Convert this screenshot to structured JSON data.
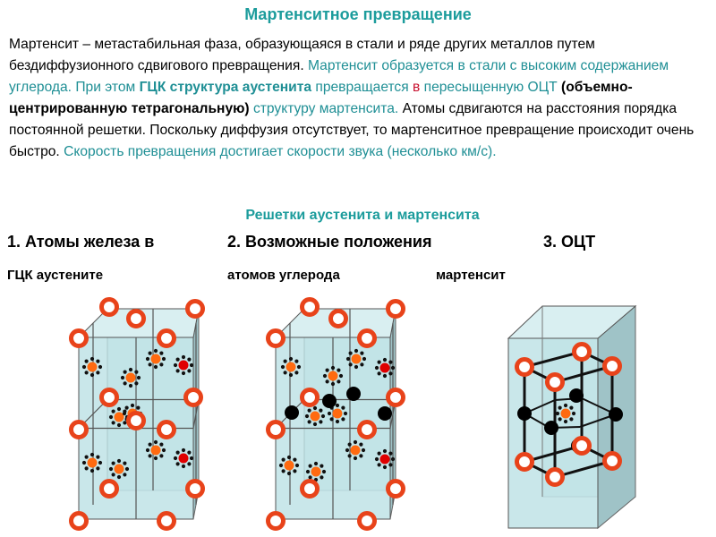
{
  "title": "Мартенситное превращение",
  "paragraph": {
    "s1": "Мартенсит – метастабильная фаза, образующаяся в стали и ряде других металлов путем бездиффузионного сдвигового превращения.",
    "s2": " Мартенсит образуется в стали с высоким содержанием углерода. При этом ",
    "s3": "ГЦК структура аустенита",
    "s4": " превращается ",
    "s5": "в",
    "s6": " пересыщенную ОЦТ ",
    "s7": "(объемно-центрированную тетрагональную)",
    "s8": " структуру мартенсита.",
    "s9": " Атомы сдвигаются на расстояния порядка постоянной решетки. Поскольку диффузия отсутствует, то мартенситное превращение происходит очень быстро.",
    "s10": " Скорость превращения достигает скорости звука (несколько км/с)."
  },
  "subtitle": "Решетки аустенита и мартенсита",
  "captions": {
    "c1a": "1. Атомы железа в",
    "c1b": "ГЦК аустените",
    "c2a": "2. Возможные положения",
    "c2b": "атомов углерода",
    "c3a": "3. ОЦТ",
    "c3b": "мартенсит"
  },
  "colors": {
    "accent": "#1c9c9c",
    "iron_atom": "#e8431a",
    "carbon_site": "#ff6a10",
    "carbon_atom": "#000000",
    "highlight_site": "#e00000",
    "prism_fill": "#bfe3e6"
  }
}
